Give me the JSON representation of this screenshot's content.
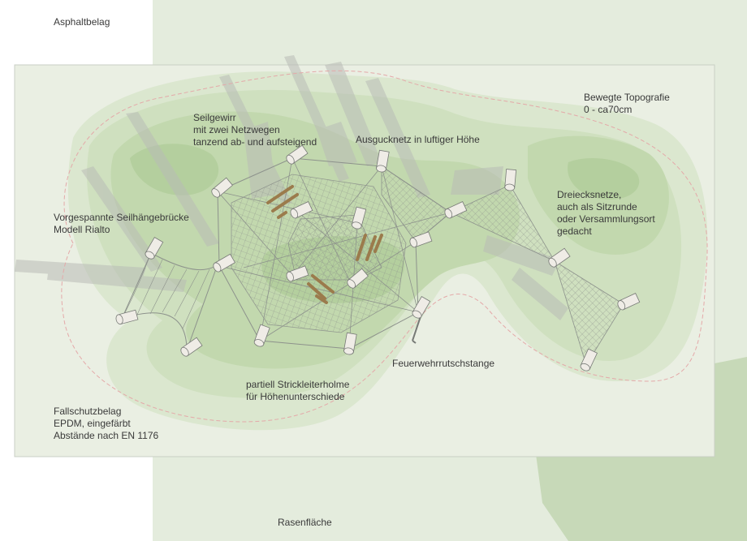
{
  "plan": {
    "colors": {
      "lawn": "#e4ecdd",
      "lawn_dark": "#c7d9b8",
      "asphalt": "#ffffff",
      "frame_fill": "#eaefe3",
      "frame_stroke": "#c9cfc4",
      "topo": [
        "#dbe7cf",
        "#cfe0bf",
        "#c2d8ae",
        "#b4cf9e"
      ],
      "boundary": "#e4a9a9",
      "shadow": "#b9bcb6",
      "net": "#8d928c",
      "post_fill": "#efece6",
      "post_stroke": "#777a76",
      "wood": "#9b7b4c"
    },
    "icons": {
      "posts": "timber-post-icon",
      "nets": "rope-net-icon",
      "pole": "fire-pole-icon"
    }
  },
  "labels": {
    "asphalt": "Asphaltbelag",
    "topography": [
      "Bewegte Topografie",
      "0 - ca70cm"
    ],
    "seilgewirr": [
      "Seilgewirr",
      "mit zwei Netzwegen",
      "tanzend ab- und aufsteigend"
    ],
    "ausguck": "Ausgucknetz in luftiger Höhe",
    "dreieck": [
      "Dreiecksnetze,",
      "auch als Sitzrunde",
      "oder Versammlungsort",
      "gedacht"
    ],
    "bridge": [
      "Vorgespannte Seilhängebrücke",
      "Modell Rialto"
    ],
    "fire_pole": "Feuerwehrrutschstange",
    "strickleiter": [
      "partiell Strickleiterholme",
      "für Höhenunterschiede"
    ],
    "fallschutz": [
      "Fallschutzbelag",
      "EPDM, eingefärbt",
      "Abstände nach EN 1176"
    ],
    "lawn": "Rasenfläche"
  }
}
